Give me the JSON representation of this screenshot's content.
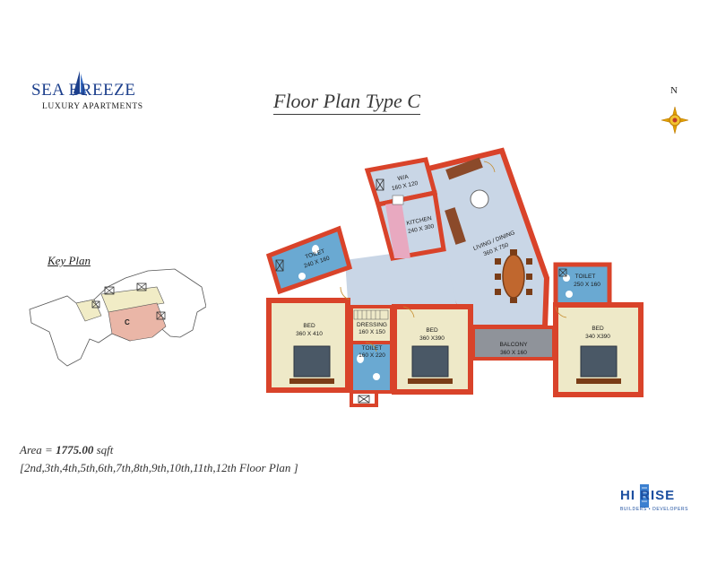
{
  "brand": {
    "logo_main": "SEA BREEZE",
    "logo_sub": "LUXURY APARTMENTS",
    "developer_logo": "HI RISE",
    "developer_tagline": "BUILDERS • DEVELOPERS"
  },
  "title": "Floor Plan Type C",
  "compass": {
    "north_label": "N"
  },
  "key_plan": {
    "label": "Key Plan",
    "unit_marker": "C"
  },
  "rooms": {
    "wa": {
      "name": "W/A",
      "size": "160 X 120"
    },
    "kitchen": {
      "name": "KITCHEN",
      "size": "240 X 300"
    },
    "living": {
      "name": "LIVING / DINING",
      "size": "360 X 750"
    },
    "toilet_left": {
      "name": "TOILET",
      "size": "240 X 160"
    },
    "toilet_right": {
      "name": "TOILET",
      "size": "250 X 160"
    },
    "bed_left": {
      "name": "BED",
      "size": "360 X 410"
    },
    "dressing": {
      "name": "DRESSING",
      "size": "160 X 150"
    },
    "toilet_mid": {
      "name": "TOILET",
      "size": "160 X 220"
    },
    "bed_mid": {
      "name": "BED",
      "size": "360 X390"
    },
    "balcony": {
      "name": "BALCONY",
      "size": "360 X 160"
    },
    "bed_right": {
      "name": "BED",
      "size": "340 X390"
    }
  },
  "area": {
    "prefix": "Area = ",
    "value": "1775.00",
    "unit": " sqft"
  },
  "floors": "[2nd,3th,4th,5th,6th,7th,8th,9th,10th,11th,12th Floor Plan ]",
  "colors": {
    "wall": "#d9432a",
    "floor": "#c9d6e6",
    "bed_room": "#eee9c8",
    "wet_area": "#6aa9d2",
    "kitchen": "#e8a9c0",
    "balcony": "#8f939a",
    "furniture": "#8b4a2a"
  }
}
